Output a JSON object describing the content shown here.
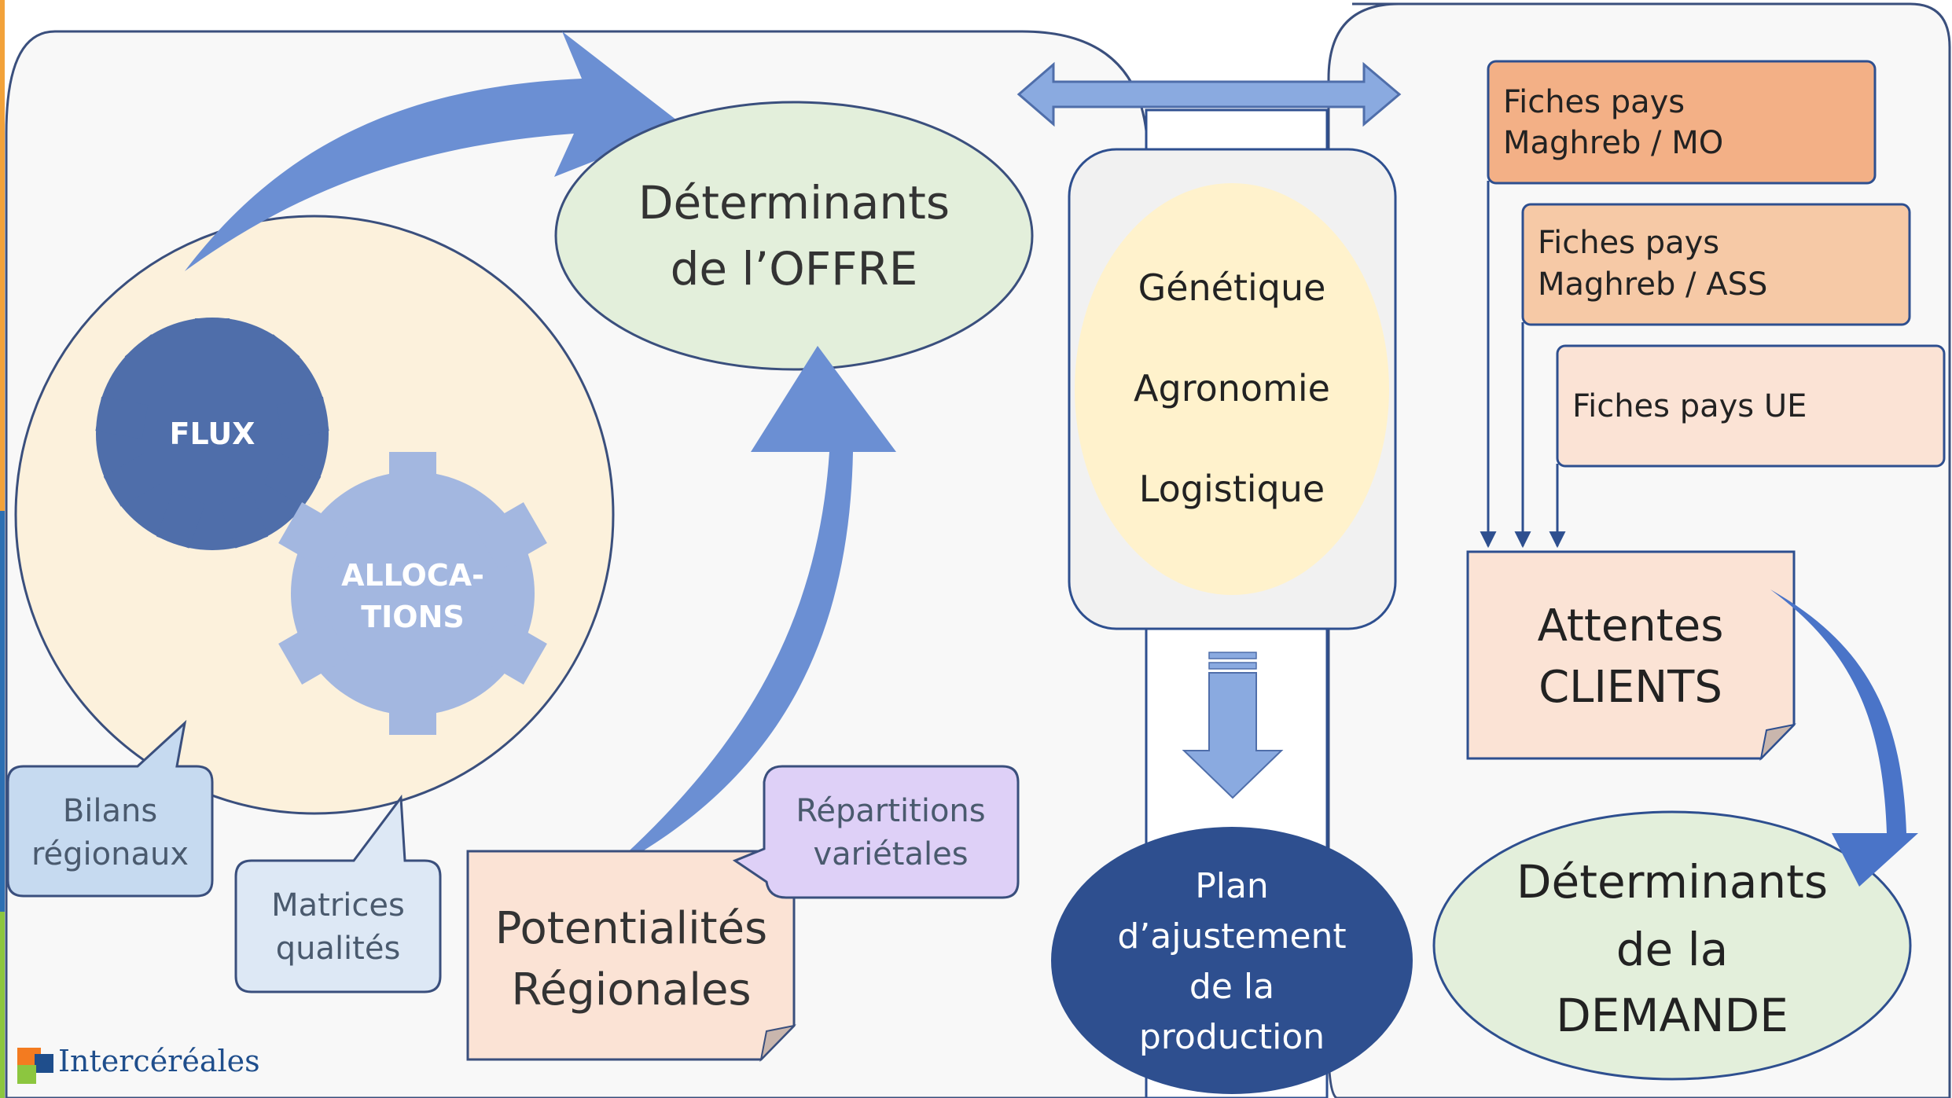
{
  "gears": {
    "flux": "FLUX",
    "allocations_l1": "ALLOCA-",
    "allocations_l2": "TIONS"
  },
  "offre": {
    "l1": "Déterminants",
    "l2": "de l’OFFRE"
  },
  "callouts": {
    "bilans_l1": "Bilans",
    "bilans_l2": "régionaux",
    "matrices_l1": "Matrices",
    "matrices_l2": "qualités",
    "repartitions_l1": "Répartitions",
    "repartitions_l2": "variétales"
  },
  "potentialites": {
    "l1": "Potentialités",
    "l2": "Régionales"
  },
  "center": {
    "genetique": "Génétique",
    "agronomie": "Agronomie",
    "logistique": "Logistique"
  },
  "plan": {
    "l1": "Plan",
    "l2": "d’ajustement",
    "l3": "de la",
    "l4": "production"
  },
  "fiches": {
    "mo_l1": "Fiches pays",
    "mo_l2": "Maghreb / MO",
    "ass_l1": "Fiches pays",
    "ass_l2": "Maghreb / ASS",
    "ue": "Fiches pays UE"
  },
  "attentes": {
    "l1": "Attentes",
    "l2": "CLIENTS"
  },
  "demande": {
    "l1": "Déterminants",
    "l2": "de la",
    "l3": "DEMANDE"
  },
  "logo": {
    "text": "Intercéréales"
  },
  "colors": {
    "accent_blue": "#6b8fd3",
    "dark_blue": "#2e4f8f",
    "gear_dark": "#4f6eaa",
    "gear_light": "#a3b7e0",
    "cream": "#fcf1dc",
    "green_ellipse": "#e3efdb",
    "orange_dark": "#f3b086",
    "orange_mid": "#f6c9a6",
    "orange_light": "#fbe3d5",
    "outline": "#3a4f7d"
  }
}
